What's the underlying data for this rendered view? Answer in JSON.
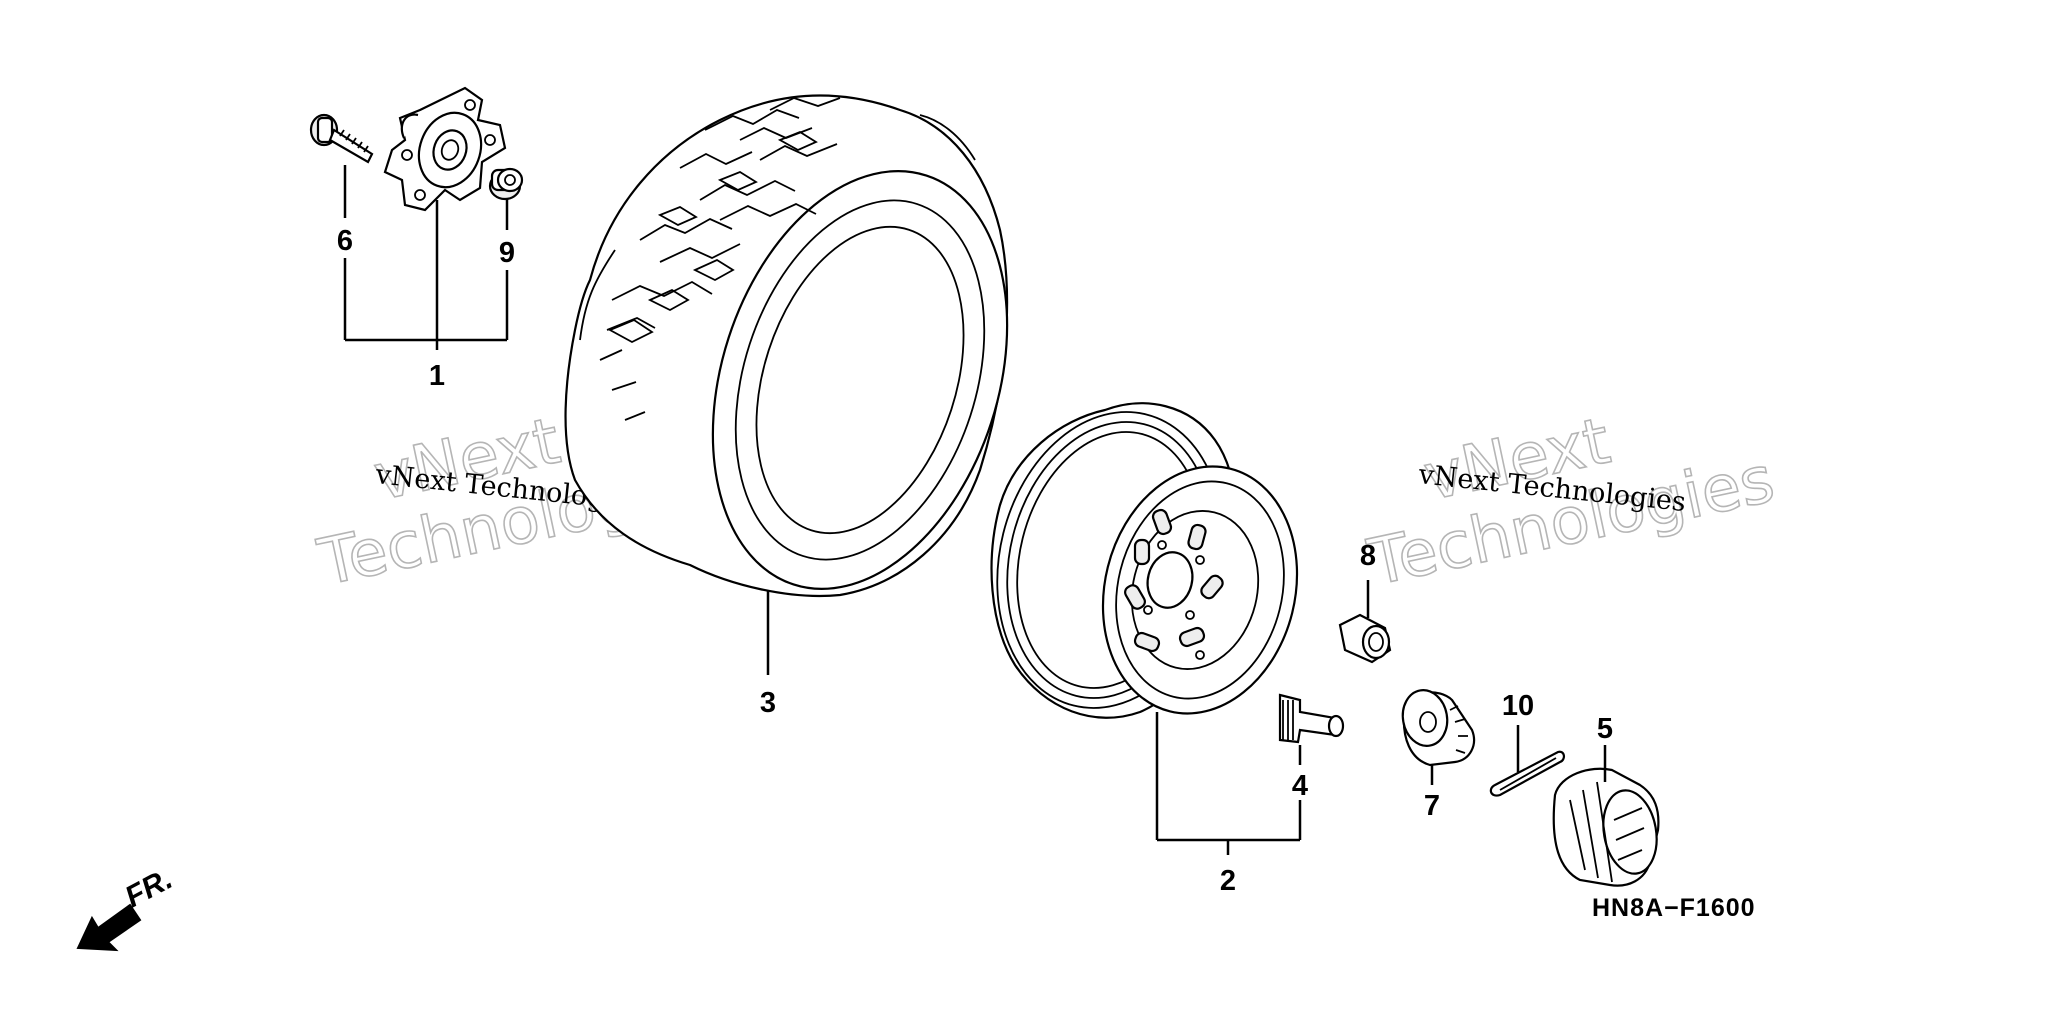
{
  "diagram": {
    "code": "HN8A−F1600",
    "direction_label": "FR.",
    "watermark": {
      "small_text": "vNext Technologies",
      "large_line1": "vNext",
      "large_line2": "Technologies"
    },
    "callouts": {
      "c1": "1",
      "c2": "2",
      "c3": "3",
      "c4": "4",
      "c5": "5",
      "c6": "6",
      "c7": "7",
      "c8": "8",
      "c9": "9",
      "c10": "10"
    }
  }
}
